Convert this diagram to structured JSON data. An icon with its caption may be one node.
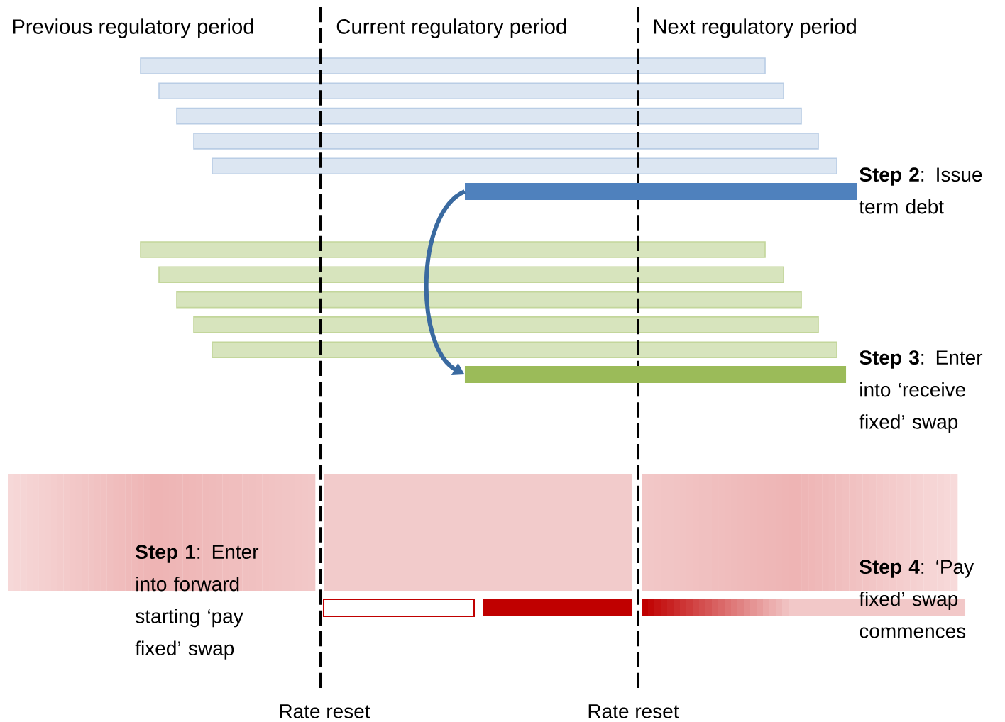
{
  "diagram": {
    "nodes": [
      {
        "text": [],
        "shape": "bar",
        "beside": [
          "**Step 2**: Issue term debt"
        ]
      },
      {
        "text": [],
        "shape": "bar",
        "beside": [
          "**Step 3**: Enter into ‘receive fixed’ swap"
        ]
      }
    ],
    "edges": [
      {
        "from": 0,
        "to": 1,
        "arrow": "to"
      }
    ],
    "labels": [
      "Previous regulatory period",
      "Current regulatory period",
      "Next regulatory period",
      "**Step 1**: Enter into forward starting ‘pay fixed’ swap",
      "**Step 4**: ‘Pay fixed’ swap commences",
      "Rate reset",
      "Rate reset"
    ]
  }
}
